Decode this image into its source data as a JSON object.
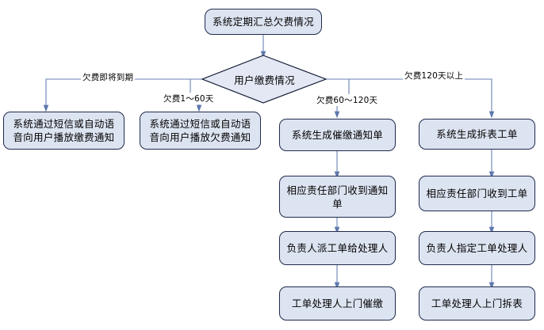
{
  "diagram": {
    "title_node": {
      "label": "系统定期汇总欠费情况"
    },
    "decision": {
      "label": "用户缴费情况"
    },
    "edge_labels": {
      "near_due": "欠费即将到期",
      "days_1_60": "欠费1～60天",
      "days_60_120": "欠费60～120天",
      "days_over_120": "欠费120天以上"
    },
    "branches": [
      {
        "id": "near-due",
        "steps": [
          {
            "label": "系统通过短信或自动语音向用户播放缴费通知"
          }
        ]
      },
      {
        "id": "days-1-60",
        "steps": [
          {
            "label": "系统通过短信或自动语音向用户播放欠费通知"
          }
        ]
      },
      {
        "id": "days-60-120",
        "steps": [
          {
            "label": "系统生成催缴通知单"
          },
          {
            "label": "相应责任部门收到通知单"
          },
          {
            "label": "负责人派工单给处理人"
          },
          {
            "label": "工单处理人上门催缴"
          }
        ]
      },
      {
        "id": "days-over-120",
        "steps": [
          {
            "label": "系统生成拆表工单"
          },
          {
            "label": "相应责任部门收到工单"
          },
          {
            "label": "负责人指定工单处理人"
          },
          {
            "label": "工单处理人上门拆表"
          }
        ]
      }
    ],
    "colors": {
      "node_fill": "#dde4f1",
      "node_border": "#1f2b4d",
      "connector": "#6a82b4",
      "diamond_fill": "#e3e8f4",
      "background": "#ffffff"
    }
  }
}
